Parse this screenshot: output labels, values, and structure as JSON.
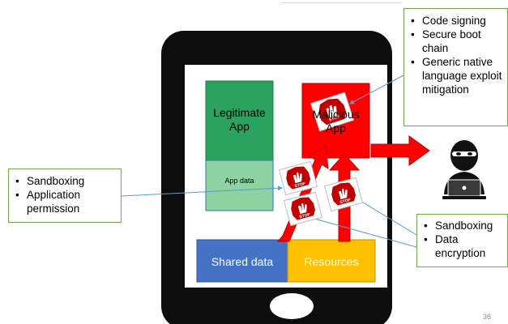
{
  "diagram": {
    "boxes": {
      "legitimate_app": "Legitimate\nApp",
      "malicious_app": "Malicious\nApp",
      "app_data": "App data",
      "shared_data": "Shared data",
      "resources": "Resources"
    },
    "stop_sign_text": "STOP",
    "callout_top_right": [
      "Code signing",
      "Secure boot chain",
      "Generic native language exploit mitigation"
    ],
    "callout_left": [
      "Sandboxing",
      "Application permission"
    ],
    "callout_bottom_right": [
      "Sandboxing",
      "Data encryption"
    ],
    "page_number": "36",
    "colors": {
      "phone_body": "#0d0d0d",
      "screen": "#ffffff",
      "legit_app": "#2ca25f",
      "app_data": "#8fd3a3",
      "malicious_app": "#ff0000",
      "arrow": "#ff0000",
      "shared_data": "#4472c4",
      "resources": "#ffc000",
      "callout_border": "#70ad47"
    },
    "icons": [
      "stop-hand-icon",
      "hacker-icon",
      "home-button-icon"
    ]
  }
}
